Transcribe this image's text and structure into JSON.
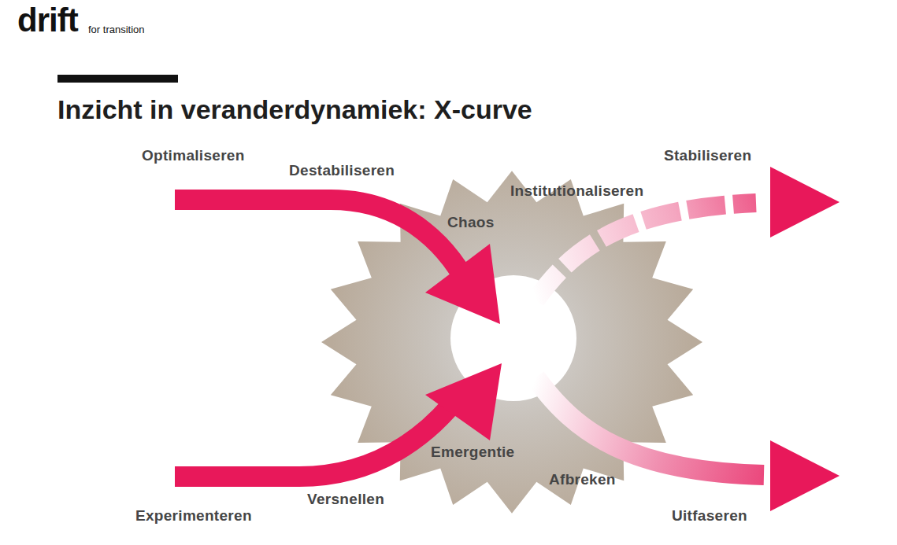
{
  "diagram": {
    "title": "Inzicht in veranderdynamiek: X-curve",
    "labels": [
      "drift",
      "for transition",
      "Optimaliseren",
      "Destabiliseren",
      "Chaos",
      "Institutionaliseren",
      "Stabiliseren",
      "Experimenteren",
      "Versnellen",
      "Emergentie",
      "Afbreken",
      "Uitfaseren"
    ]
  }
}
